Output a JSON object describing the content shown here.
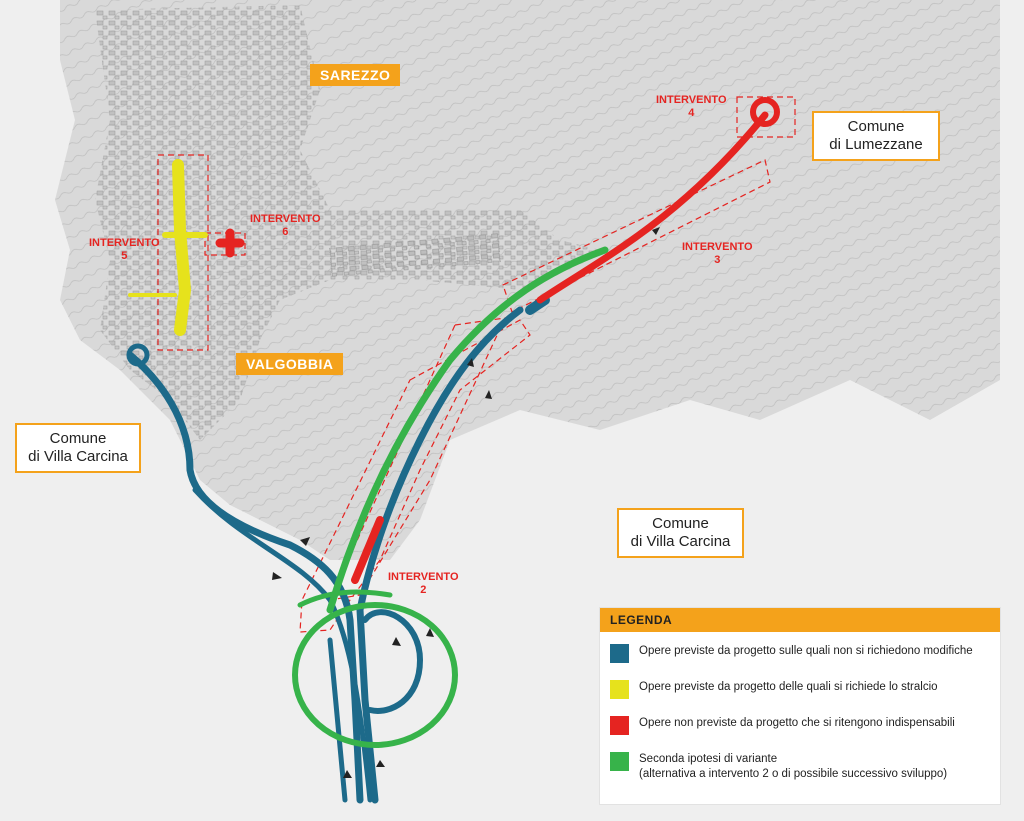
{
  "labels": {
    "sarezzo": "SAREZZO",
    "valgobbia": "VALGOBBIA",
    "comune_lumezzane": [
      "Comune",
      "di Lumezzane"
    ],
    "comune_villa_carcina_left": [
      "Comune",
      "di Villa Carcina"
    ],
    "comune_villa_carcina_right": [
      "Comune",
      "di Villa Carcina"
    ]
  },
  "interventions": [
    {
      "id": "2",
      "lines": [
        "INTERVENTO",
        "2"
      ]
    },
    {
      "id": "3",
      "lines": [
        "INTERVENTO",
        "3"
      ]
    },
    {
      "id": "4",
      "lines": [
        "INTERVENTO",
        "4"
      ]
    },
    {
      "id": "5",
      "lines": [
        "INTERVENTO",
        "5"
      ]
    },
    {
      "id": "6",
      "lines": [
        "INTERVENTO",
        "6"
      ]
    }
  ],
  "legend": {
    "title": "LEGENDA",
    "items": [
      {
        "color": "#1d6a8a",
        "text": [
          "Opere previste da progetto sulle quali non si richiedono modifiche"
        ]
      },
      {
        "color": "#e6e21c",
        "text": [
          "Opere previste da progetto delle quali si richiede lo stralcio"
        ]
      },
      {
        "color": "#e52421",
        "text": [
          "Opere non previste da progetto che si ritengono indispensabili"
        ]
      },
      {
        "color": "#37b34a",
        "text": [
          "Seconda ipotesi di variante",
          "(alternativa a intervento 2 o di possibile successivo sviluppo)"
        ]
      }
    ]
  },
  "colors": {
    "blue": "#1d6a8a",
    "yellow": "#e6e21c",
    "red": "#e52421",
    "green": "#37b34a",
    "orange": "#f4a21b"
  }
}
